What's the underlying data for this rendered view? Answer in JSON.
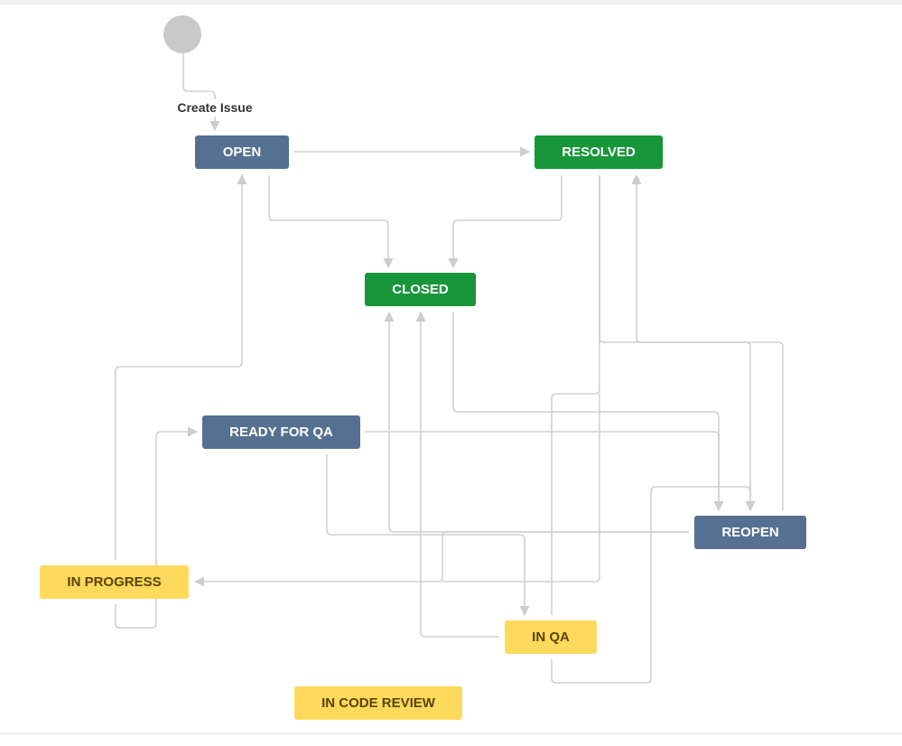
{
  "diagram": {
    "start_transition": "Create Issue",
    "colors": {
      "todo": "#557090",
      "done": "#17963a",
      "in_progress": "#ffd95c",
      "in_progress_text": "#594300",
      "edge": "#d0d0d0",
      "start": "#c9c9c9"
    },
    "statuses": {
      "open": {
        "label": "OPEN",
        "category": "todo"
      },
      "resolved": {
        "label": "RESOLVED",
        "category": "done"
      },
      "closed": {
        "label": "CLOSED",
        "category": "done"
      },
      "ready_for_qa": {
        "label": "READY FOR QA",
        "category": "todo"
      },
      "reopen": {
        "label": "REOPEN",
        "category": "todo"
      },
      "in_progress": {
        "label": "IN PROGRESS",
        "category": "in_progress"
      },
      "in_qa": {
        "label": "IN QA",
        "category": "in_progress"
      },
      "in_code_review": {
        "label": "IN CODE REVIEW",
        "category": "in_progress"
      }
    },
    "transitions": [
      {
        "from": "start",
        "to": "open",
        "label": "Create Issue"
      },
      {
        "from": "open",
        "to": "resolved"
      },
      {
        "from": "open",
        "to": "closed"
      },
      {
        "from": "resolved",
        "to": "closed"
      },
      {
        "from": "closed",
        "to": "reopen"
      },
      {
        "from": "ready_for_qa",
        "to": "reopen"
      },
      {
        "from": "ready_for_qa",
        "to": "in_qa"
      },
      {
        "from": "reopen",
        "to": "resolved"
      },
      {
        "from": "reopen",
        "to": "closed"
      },
      {
        "from": "reopen",
        "to": "in_progress"
      },
      {
        "from": "in_progress",
        "to": "open"
      },
      {
        "from": "in_progress",
        "to": "ready_for_qa"
      },
      {
        "from": "in_qa",
        "to": "resolved"
      },
      {
        "from": "in_qa",
        "to": "closed"
      },
      {
        "from": "in_qa",
        "to": "reopen"
      },
      {
        "from": "resolved",
        "to": "reopen"
      }
    ]
  }
}
